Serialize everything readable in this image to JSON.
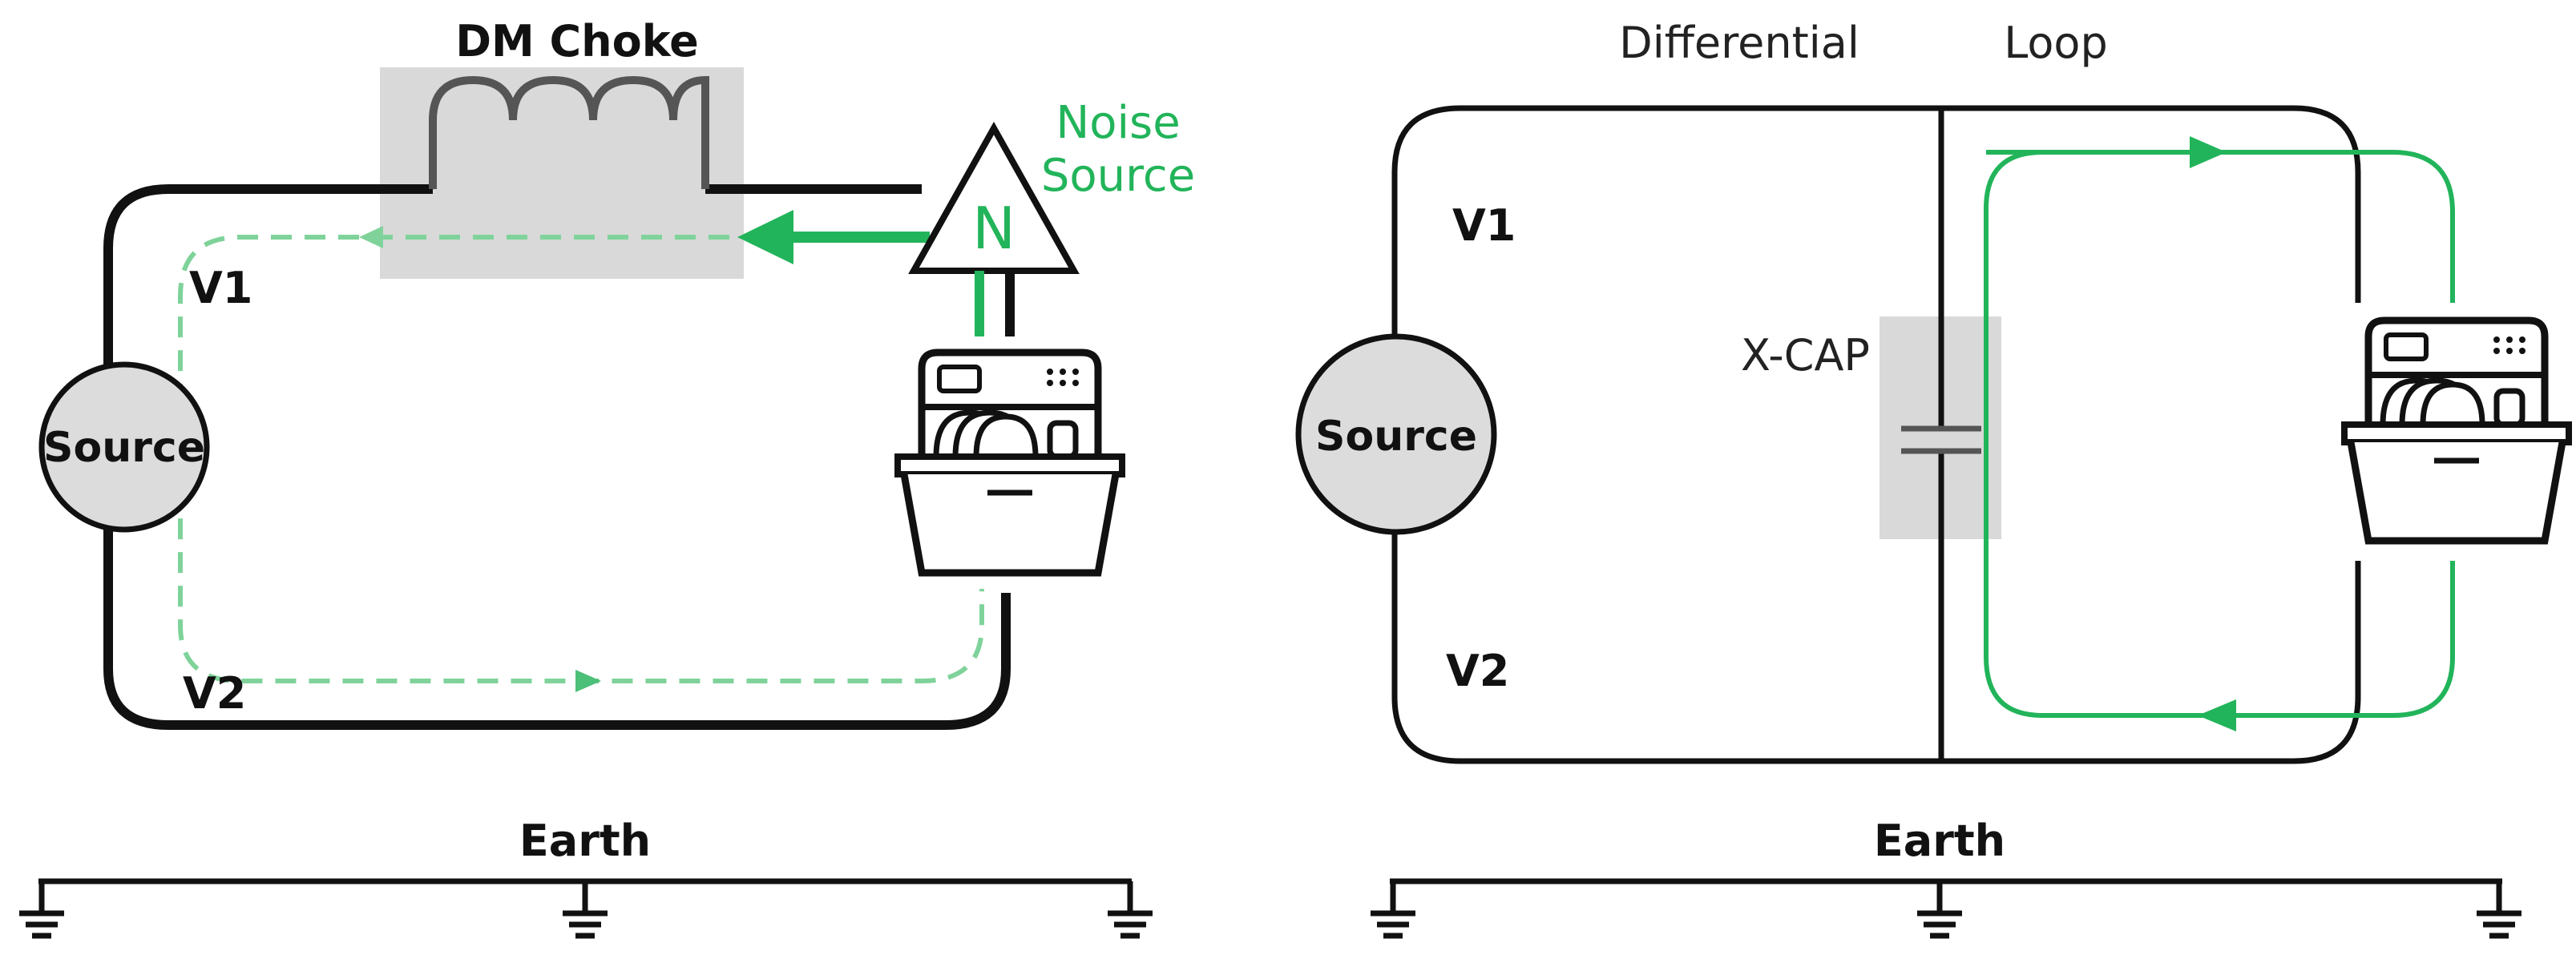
{
  "colors": {
    "accent_green": "#22b45a",
    "light_green": "#7fd39a",
    "wire": "#111111",
    "highlight_box": "#d9d9d9",
    "source_fill": "#dcdcdc"
  },
  "left_panel": {
    "choke_label": "DM Choke",
    "noise_label_line1": "Noise",
    "noise_label_line2": "Source",
    "noise_symbol": "N",
    "v1_label": "V1",
    "v2_label": "V2",
    "source_label": "Source",
    "earth_label": "Earth",
    "appliance_icon": "dishwasher-icon"
  },
  "right_panel": {
    "title_word1": "Differential",
    "title_word2": "Loop",
    "v1_label": "V1",
    "v2_label": "V2",
    "source_label": "Source",
    "xcap_label": "X-CAP",
    "earth_label": "Earth",
    "appliance_icon": "dishwasher-icon"
  }
}
